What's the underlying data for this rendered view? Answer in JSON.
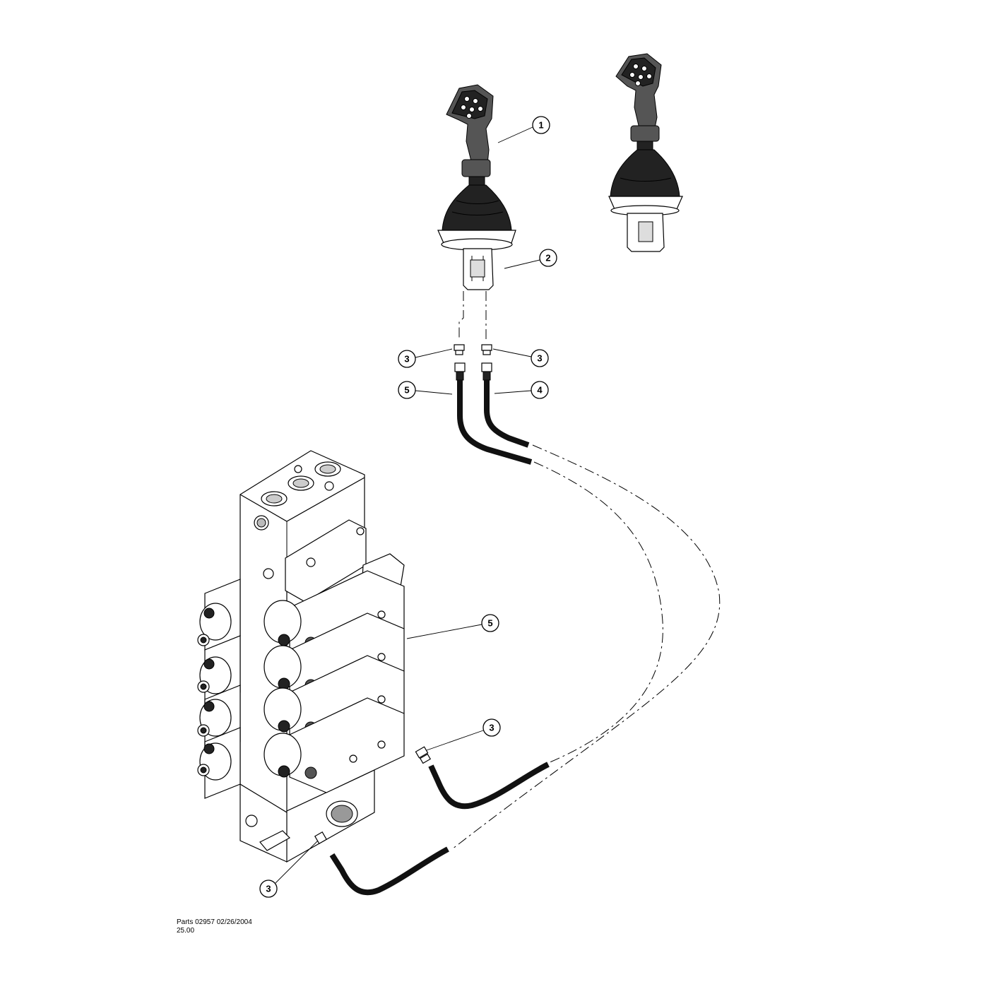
{
  "footer": {
    "line1": "Parts 02957  02/26/2004",
    "line2": "25.00"
  },
  "callouts": {
    "c1": "1",
    "c2": "2",
    "c3a": "3",
    "c3b": "3",
    "c5a": "5",
    "c4": "4",
    "c5b": "5",
    "c3c": "3",
    "c3d": "3"
  }
}
